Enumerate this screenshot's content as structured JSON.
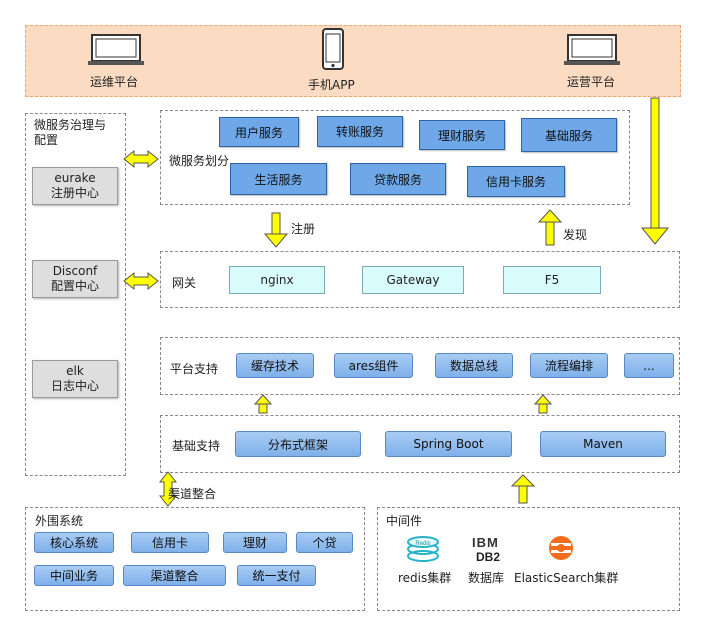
{
  "top": {
    "ops_platform": "运维平台",
    "mobile_app": "手机APP",
    "operation_platform": "运营平台"
  },
  "governance": {
    "title": "微服务治理与配置",
    "eurake": {
      "line1": "eurake",
      "line2": "注册中心"
    },
    "disconf": {
      "line1": "Disconf",
      "line2": "配置中心"
    },
    "elk": {
      "line1": "elk",
      "line2": "日志中心"
    }
  },
  "microservices": {
    "label": "微服务划分",
    "items": [
      "用户服务",
      "转账服务",
      "理财服务",
      "基础服务",
      "生活服务",
      "贷款服务",
      "信用卡服务"
    ]
  },
  "arrows": {
    "register": "注册",
    "discover": "发现",
    "channel_integration": "渠道整合"
  },
  "gateway": {
    "label": "网关",
    "items": [
      "nginx",
      "Gateway",
      "F5"
    ]
  },
  "platform_support": {
    "label": "平台支持",
    "items": [
      "缓存技术",
      "ares组件",
      "数据总线",
      "流程编排",
      "..."
    ]
  },
  "base_support": {
    "label": "基础支持",
    "items": [
      "分布式框架",
      "Spring Boot",
      "Maven"
    ]
  },
  "external": {
    "title": "外围系统",
    "items": [
      "核心系统",
      "信用卡",
      "理财",
      "个贷",
      "中间业务",
      "渠道整合",
      "统一支付"
    ]
  },
  "middleware": {
    "title": "中间件",
    "redis_logo": "Redis",
    "redis": "redis集群",
    "ibm_logo": "IBM",
    "db2_logo": "DB2",
    "db": "数据库",
    "es": "ElasticSearch集群"
  },
  "colors": {
    "top_band": "#fbdcc3",
    "service_blue": "#6fa8e8",
    "gateway_cyan": "#d8fbfb",
    "yellow_arrow": "#ffff00",
    "gray_box": "#dedede"
  }
}
